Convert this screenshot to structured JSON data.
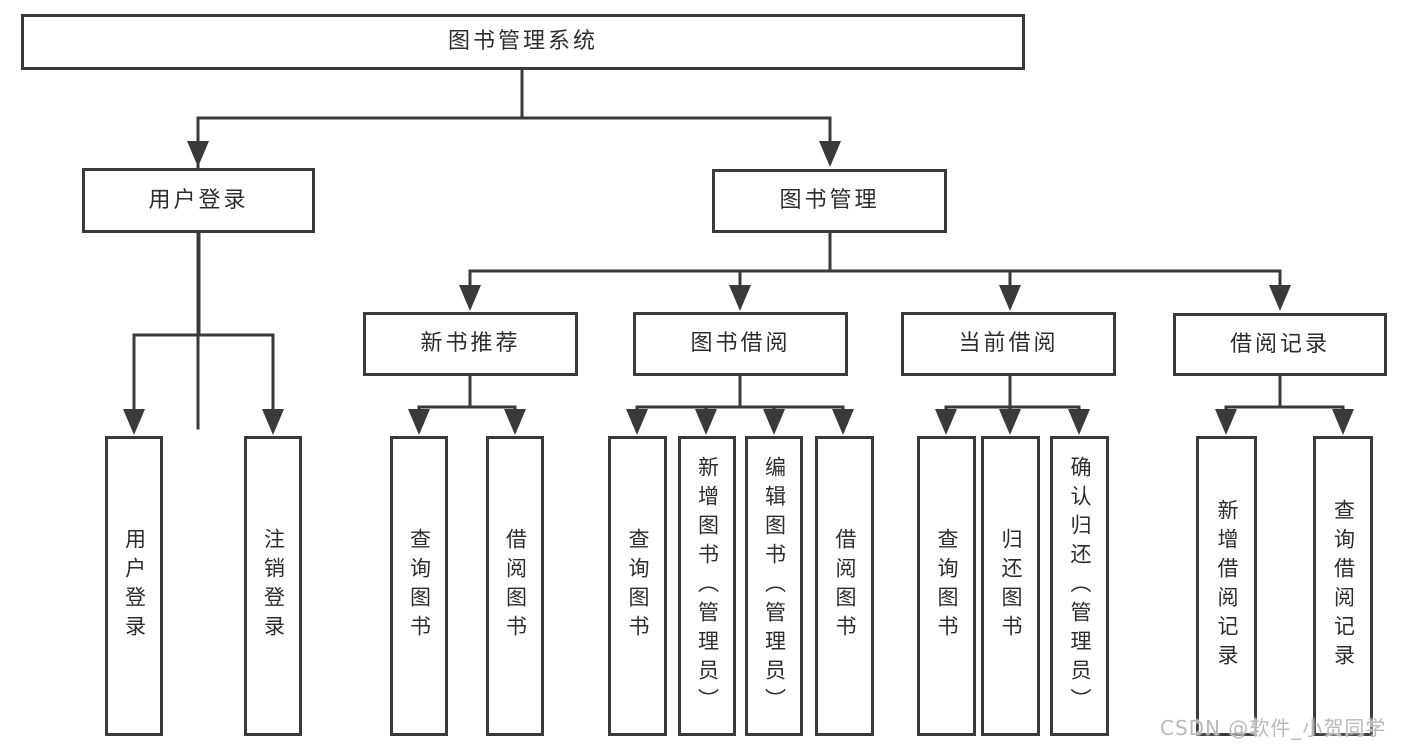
{
  "tree": {
    "root": {
      "label": "图书管理系统"
    },
    "branches": [
      {
        "label": "用户登录",
        "children": [
          {
            "label": "用户登录"
          },
          {
            "label": "注销登录"
          }
        ]
      },
      {
        "label": "图书管理",
        "children": [
          {
            "label": "新书推荐",
            "children": [
              {
                "label": "查询图书"
              },
              {
                "label": "借阅图书"
              }
            ]
          },
          {
            "label": "图书借阅",
            "children": [
              {
                "label": "查询图书"
              },
              {
                "label": "新增图书（管理员）"
              },
              {
                "label": "编辑图书（管理员）"
              },
              {
                "label": "借阅图书"
              }
            ]
          },
          {
            "label": "当前借阅",
            "children": [
              {
                "label": "查询图书"
              },
              {
                "label": "归还图书"
              },
              {
                "label": "确认归还（管理员）"
              }
            ]
          },
          {
            "label": "借阅记录",
            "children": [
              {
                "label": "新增借阅记录"
              },
              {
                "label": "查询借阅记录"
              }
            ]
          }
        ]
      }
    ]
  },
  "watermark": {
    "text": "CSDN @软件_小贺同学"
  },
  "colors": {
    "line": "#3a3a3a",
    "text": "#2d2d2d",
    "box_background": "#ffffff",
    "page_background": "#ffffff",
    "watermark": "#b9b9b9"
  }
}
